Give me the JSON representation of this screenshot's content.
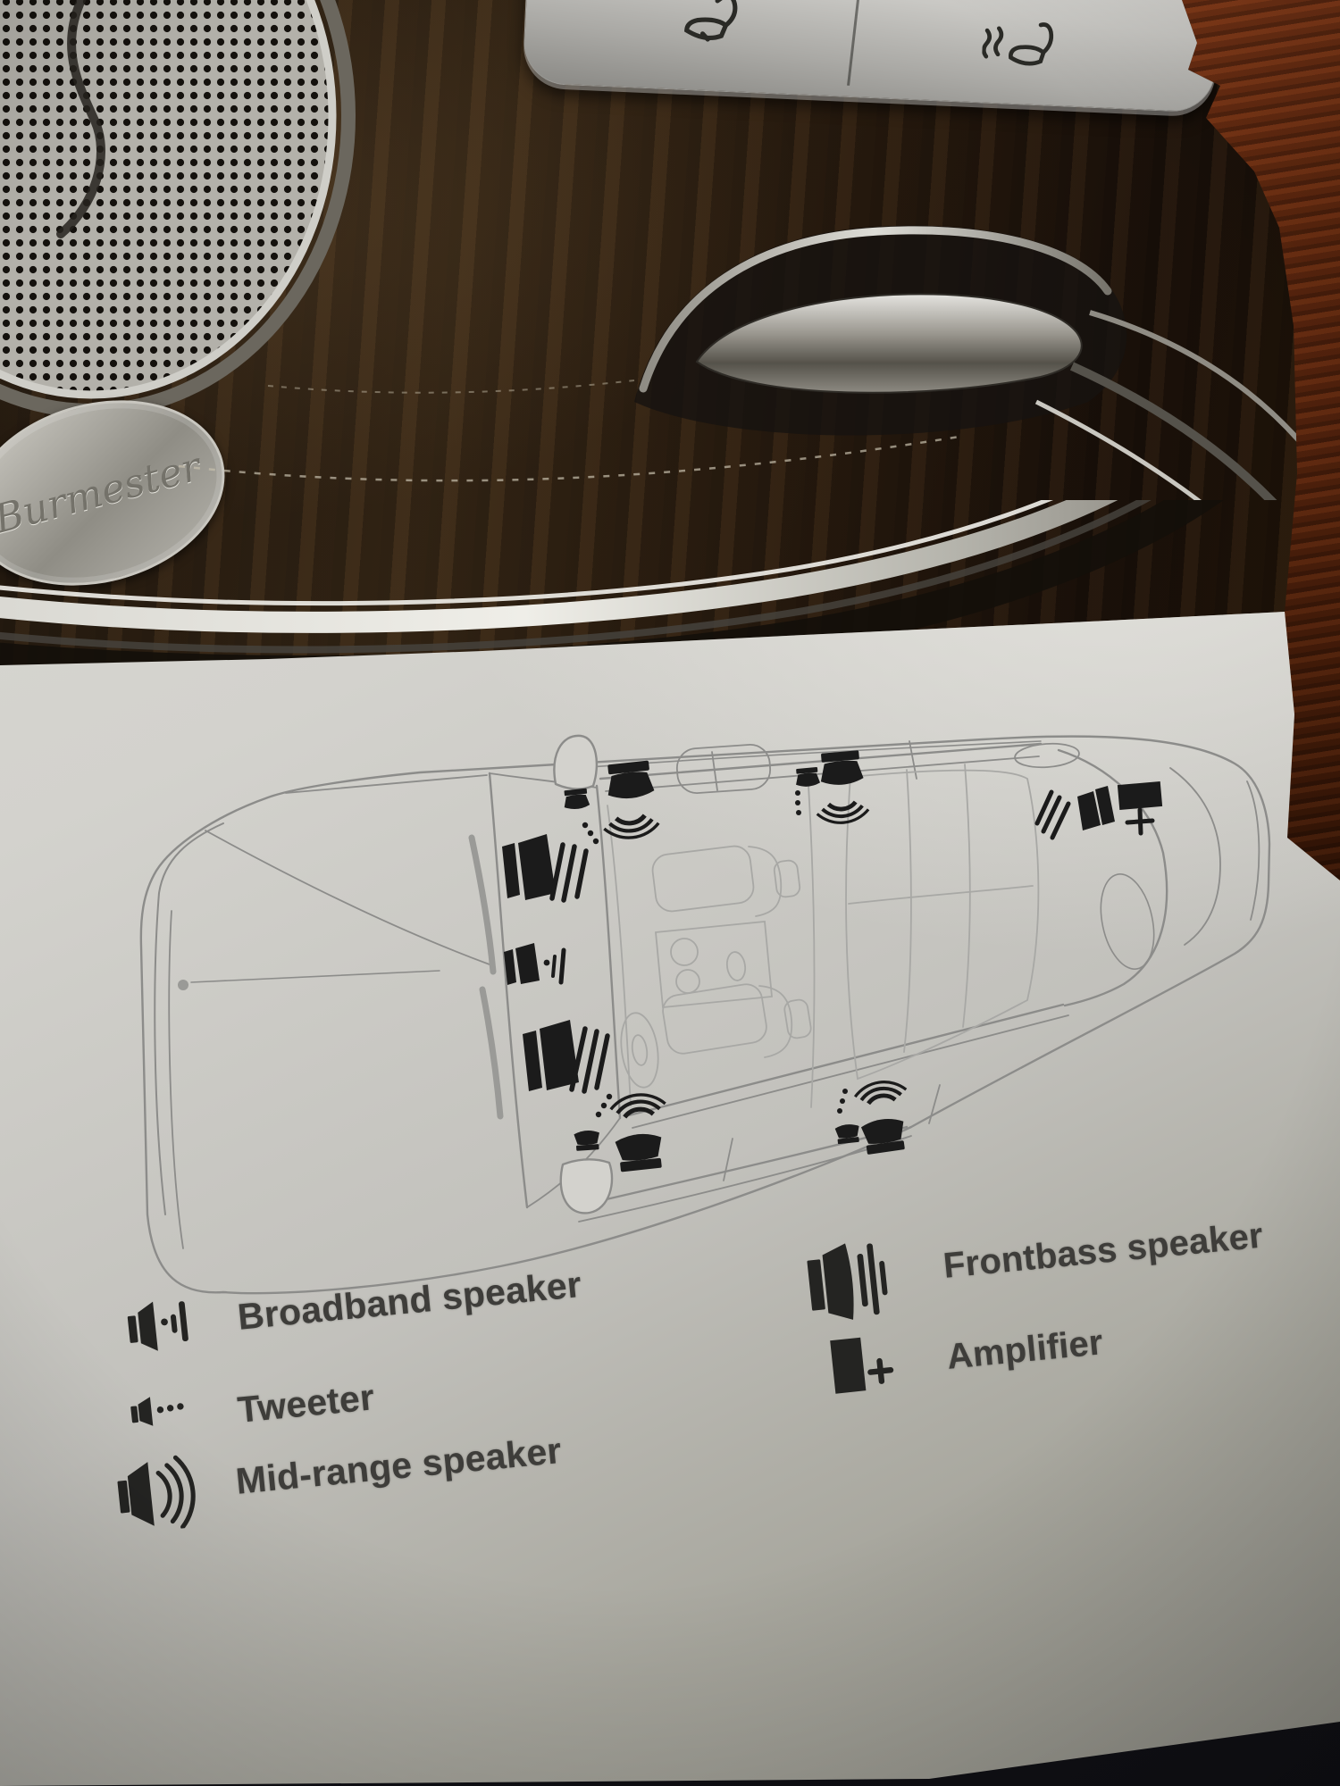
{
  "photo": {
    "description": "Car door panel with Burmester speaker grille, seat control buttons and chrome door handle",
    "grille_brand": "Burmester",
    "buttons": [
      {
        "icon": "seat-adjust-icon"
      },
      {
        "icon": "seat-heated-icon"
      }
    ]
  },
  "diagram": {
    "type": "car-top-view-speaker-layout",
    "speaker_positions": [
      {
        "type": "Frontbass speaker",
        "location": "front passenger footwell"
      },
      {
        "type": "Frontbass speaker",
        "location": "driver footwell"
      },
      {
        "type": "Broadband speaker",
        "location": "dashboard center"
      },
      {
        "type": "Tweeter",
        "location": "front passenger door"
      },
      {
        "type": "Mid-range speaker",
        "location": "front passenger door"
      },
      {
        "type": "Tweeter",
        "location": "driver door"
      },
      {
        "type": "Mid-range speaker",
        "location": "driver door"
      },
      {
        "type": "Tweeter",
        "location": "rear passenger door"
      },
      {
        "type": "Mid-range speaker",
        "location": "rear passenger door"
      },
      {
        "type": "Tweeter",
        "location": "rear driver door"
      },
      {
        "type": "Mid-range speaker",
        "location": "rear driver door"
      },
      {
        "type": "Frontbass speaker",
        "location": "trunk left"
      },
      {
        "type": "Amplifier",
        "location": "trunk right"
      }
    ]
  },
  "legend": {
    "left": [
      {
        "icon": "broadband-speaker-icon",
        "label": "Broadband speaker"
      },
      {
        "icon": "tweeter-icon",
        "label": "Tweeter"
      },
      {
        "icon": "mid-range-speaker-icon",
        "label": "Mid-range speaker"
      }
    ],
    "right": [
      {
        "icon": "frontbass-speaker-icon",
        "label": "Frontbass speaker"
      },
      {
        "icon": "amplifier-icon",
        "label": "Amplifier"
      }
    ]
  },
  "colors": {
    "paper": "#d6d5d0",
    "diagram_line": "#8c8c8a",
    "speaker_black": "#1b1b1b",
    "legend_text": "#3e3d3a",
    "wood_dark": "#2c1f13",
    "torn_edge_brown": "#5a2413",
    "chrome": "#d9d8d4"
  }
}
